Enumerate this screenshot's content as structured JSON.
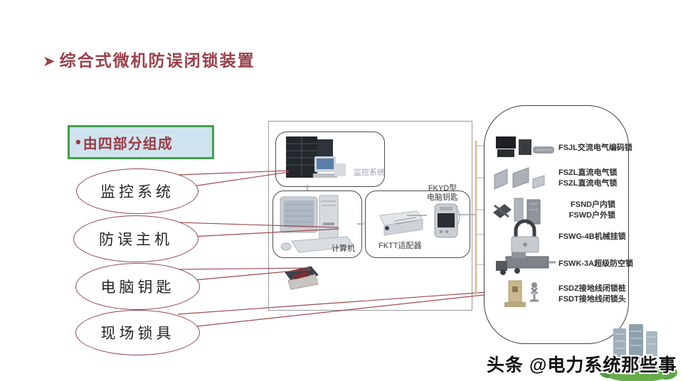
{
  "title": {
    "arrow": "➤",
    "text": "综合式微机防误闭锁装置"
  },
  "subtitle_box": {
    "bullet": "•",
    "label": "由四部分组成"
  },
  "bubbles": [
    {
      "label": "监控系统"
    },
    {
      "label": "防误主机"
    },
    {
      "label": "电脑钥匙"
    },
    {
      "label": "现场锁具"
    }
  ],
  "diagram": {
    "monitor_label": "监控系统",
    "computer_label": "计算机",
    "adapter_label": "FKTT适配器",
    "key_label_line1": "FKYD型",
    "key_label_line2": "电脑钥匙"
  },
  "panel": {
    "items": [
      {
        "lines": [
          "FSJL交流电气编码锁"
        ]
      },
      {
        "lines": [
          "FSZL直流电气锁",
          "FSZL直流电气锁"
        ]
      },
      {
        "lines": [
          "FSND户内锁",
          "FSWD户外锁"
        ]
      },
      {
        "lines": [
          "FSWG-4B机械挂锁"
        ]
      },
      {
        "lines": [
          "FSWK-3A超级防空锁"
        ]
      },
      {
        "lines": [
          "FSDZ接地线闭锁桩",
          "FSDT接地线闭锁头"
        ]
      }
    ]
  },
  "watermark": {
    "text": "头条 @电力系统那些事"
  },
  "colors": {
    "title_red": "#9a4049",
    "callout_red": "#a04a50",
    "green_border": "#44a04e",
    "box_blue_bg": "#cfe3ee",
    "bus_tan": "#d8c49e"
  }
}
